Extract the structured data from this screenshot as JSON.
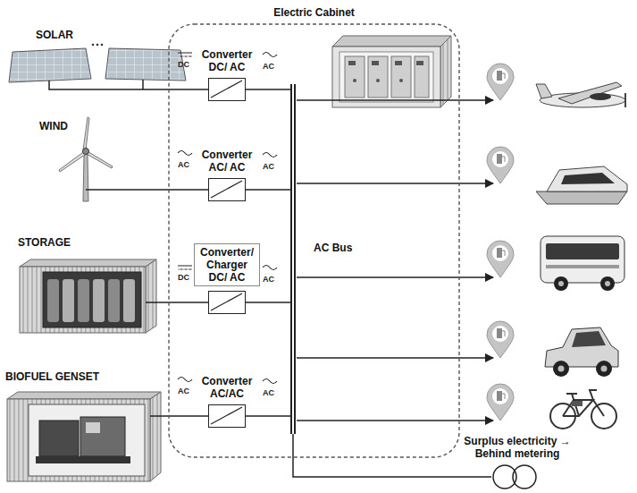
{
  "diagram": {
    "nodes": [
      {
        "text": [
          "SOLAR"
        ]
      },
      {
        "text": [
          "WIND"
        ]
      },
      {
        "text": [
          "STORAGE"
        ]
      },
      {
        "text": [
          "BIOFUEL GENSET"
        ]
      },
      {
        "text": [
          "Electric Cabinet"
        ]
      },
      {
        "text": [
          "Converter DC/ AC"
        ],
        "in": 4
      },
      {
        "text": [
          "Converter AC/ AC"
        ],
        "in": 4
      },
      {
        "text": [
          "Converter/ Charger DC/ AC"
        ],
        "in": 4
      },
      {
        "text": [
          "Converter AC/AC"
        ],
        "in": 4
      },
      {
        "text": [
          "AC Bus"
        ],
        "in": 4
      },
      {
        "text": [
          "Surplus electricity → Behind metering"
        ]
      }
    ],
    "edges": [
      {
        "from": 0,
        "to": 5,
        "arrow": "none"
      },
      {
        "from": 1,
        "to": 6,
        "arrow": "none"
      },
      {
        "from": 2,
        "to": 7,
        "arrow": "none"
      },
      {
        "from": 3,
        "to": 8,
        "arrow": "none"
      },
      {
        "from": 5,
        "to": 9,
        "arrow": "none"
      },
      {
        "from": 6,
        "to": 9,
        "arrow": "none"
      },
      {
        "from": 7,
        "to": 9,
        "arrow": "none"
      },
      {
        "from": 8,
        "to": 9,
        "arrow": "none"
      },
      {
        "from": 9,
        "to": 10,
        "arrow": "none"
      }
    ],
    "labels": [
      "DC",
      "AC",
      "AC",
      "AC",
      "DC",
      "AC",
      "AC",
      "AC"
    ]
  }
}
